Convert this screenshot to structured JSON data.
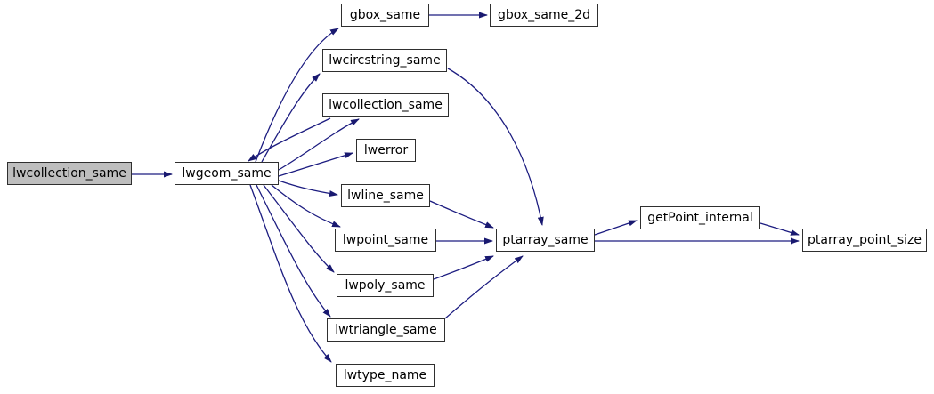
{
  "diagram": {
    "kind": "function-call-graph",
    "edge_color": "#191970",
    "node_border_color": "#2f2f2f",
    "highlight_fill": "#bebebe",
    "node_fill": "#ffffff",
    "nodes": [
      {
        "id": "lwcollection_same_root",
        "label": "lwcollection_same",
        "highlighted": true
      },
      {
        "id": "lwgeom_same",
        "label": "lwgeom_same",
        "highlighted": false
      },
      {
        "id": "gbox_same",
        "label": "gbox_same",
        "highlighted": false
      },
      {
        "id": "gbox_same_2d",
        "label": "gbox_same_2d",
        "highlighted": false
      },
      {
        "id": "lwcircstring_same",
        "label": "lwcircstring_same",
        "highlighted": false
      },
      {
        "id": "lwcollection_same",
        "label": "lwcollection_same",
        "highlighted": false
      },
      {
        "id": "lwerror",
        "label": "lwerror",
        "highlighted": false
      },
      {
        "id": "lwline_same",
        "label": "lwline_same",
        "highlighted": false
      },
      {
        "id": "lwpoint_same",
        "label": "lwpoint_same",
        "highlighted": false
      },
      {
        "id": "lwpoly_same",
        "label": "lwpoly_same",
        "highlighted": false
      },
      {
        "id": "lwtriangle_same",
        "label": "lwtriangle_same",
        "highlighted": false
      },
      {
        "id": "lwtype_name",
        "label": "lwtype_name",
        "highlighted": false
      },
      {
        "id": "ptarray_same",
        "label": "ptarray_same",
        "highlighted": false
      },
      {
        "id": "getPoint_internal",
        "label": "getPoint_internal",
        "highlighted": false
      },
      {
        "id": "ptarray_point_size",
        "label": "ptarray_point_size",
        "highlighted": false
      }
    ],
    "edges": [
      {
        "from": "lwcollection_same_root",
        "to": "lwgeom_same"
      },
      {
        "from": "lwgeom_same",
        "to": "gbox_same"
      },
      {
        "from": "gbox_same",
        "to": "gbox_same_2d"
      },
      {
        "from": "lwgeom_same",
        "to": "lwcircstring_same"
      },
      {
        "from": "lwgeom_same",
        "to": "lwcollection_same"
      },
      {
        "from": "lwcollection_same",
        "to": "lwgeom_same"
      },
      {
        "from": "lwgeom_same",
        "to": "lwerror"
      },
      {
        "from": "lwgeom_same",
        "to": "lwline_same"
      },
      {
        "from": "lwgeom_same",
        "to": "lwpoint_same"
      },
      {
        "from": "lwgeom_same",
        "to": "lwpoly_same"
      },
      {
        "from": "lwgeom_same",
        "to": "lwtriangle_same"
      },
      {
        "from": "lwgeom_same",
        "to": "lwtype_name"
      },
      {
        "from": "lwcircstring_same",
        "to": "ptarray_same"
      },
      {
        "from": "lwline_same",
        "to": "ptarray_same"
      },
      {
        "from": "lwpoint_same",
        "to": "ptarray_same"
      },
      {
        "from": "lwpoly_same",
        "to": "ptarray_same"
      },
      {
        "from": "lwtriangle_same",
        "to": "ptarray_same"
      },
      {
        "from": "ptarray_same",
        "to": "getPoint_internal"
      },
      {
        "from": "ptarray_same",
        "to": "ptarray_point_size"
      },
      {
        "from": "getPoint_internal",
        "to": "ptarray_point_size"
      }
    ]
  }
}
